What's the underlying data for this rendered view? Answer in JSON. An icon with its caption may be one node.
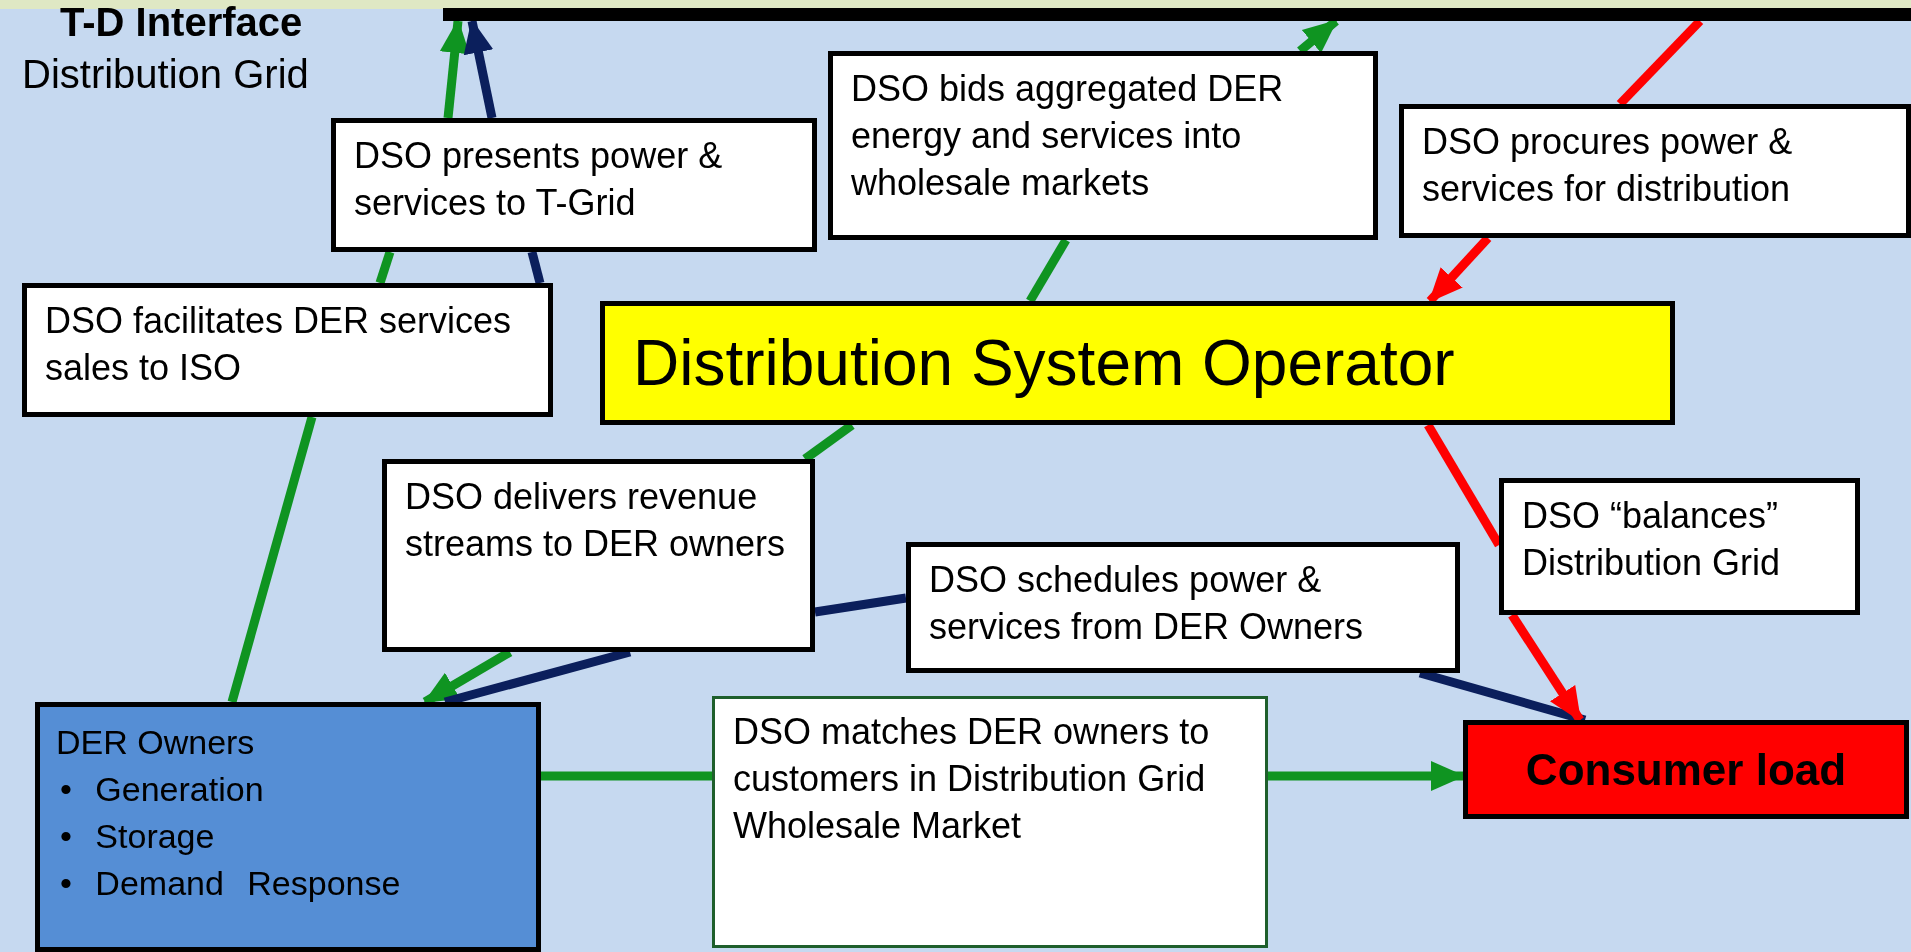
{
  "diagram": {
    "nodes": [
      {
        "text": [],
        "shape": "bar"
      },
      {
        "text": [
          "DSO presents power & services to T-Grid"
        ]
      },
      {
        "text": [
          "DSO bids aggregated DER energy and services into wholesale markets"
        ]
      },
      {
        "text": [
          "DSO procures power & services for distribution"
        ]
      },
      {
        "text": [
          "DSO facilitates DER services sales to ISO"
        ]
      },
      {
        "text": [
          "Distribution System Operator"
        ]
      },
      {
        "text": [
          "DSO delivers revenue streams to DER owners"
        ]
      },
      {
        "text": [
          "DSO schedules power & services from DER Owners"
        ]
      },
      {
        "text": [
          "DSO “balances” Distribution Grid"
        ]
      },
      {
        "text": [
          "DER Owners",
          "• Generation",
          "• Storage",
          "• Demand Response"
        ]
      },
      {
        "text": [
          "DSO matches DER owners to customers in Distribution Grid",
          "Wholesale Market"
        ]
      },
      {
        "text": [
          "Consumer load"
        ]
      }
    ],
    "edges": [
      {
        "from": 9,
        "to": 4,
        "arrow": "none"
      },
      {
        "from": 4,
        "to": 1,
        "arrow": "none"
      },
      {
        "from": 1,
        "to": 0,
        "arrow": "to"
      },
      {
        "from": 4,
        "to": 1,
        "arrow": "none",
        "color": "#0b1f5c"
      },
      {
        "from": 1,
        "to": 0,
        "arrow": "to",
        "color": "#0b1f5c"
      },
      {
        "from": 5,
        "to": 2,
        "arrow": "none"
      },
      {
        "from": 2,
        "to": 0,
        "arrow": "to"
      },
      {
        "from": 0,
        "to": 3,
        "arrow": "none",
        "color": "#ff0000"
      },
      {
        "from": 3,
        "to": 5,
        "arrow": "to",
        "color": "#ff0000"
      },
      {
        "from": 5,
        "to": 6,
        "arrow": "none"
      },
      {
        "from": 6,
        "to": 9,
        "arrow": "to"
      },
      {
        "from": 7,
        "to": 6,
        "arrow": "none",
        "color": "#0b1f5c"
      },
      {
        "from": 6,
        "to": 9,
        "arrow": "none",
        "color": "#0b1f5c"
      },
      {
        "from": 7,
        "to": 11,
        "arrow": "none",
        "color": "#0b1f5c"
      },
      {
        "from": 5,
        "to": 8,
        "arrow": "none",
        "color": "#ff0000"
      },
      {
        "from": 8,
        "to": 11,
        "arrow": "to",
        "color": "#ff0000"
      },
      {
        "from": 9,
        "to": 10,
        "arrow": "none"
      },
      {
        "from": 10,
        "to": 11,
        "arrow": "to"
      }
    ],
    "labels": [
      "T-D Interface",
      "Distribution Grid"
    ]
  }
}
